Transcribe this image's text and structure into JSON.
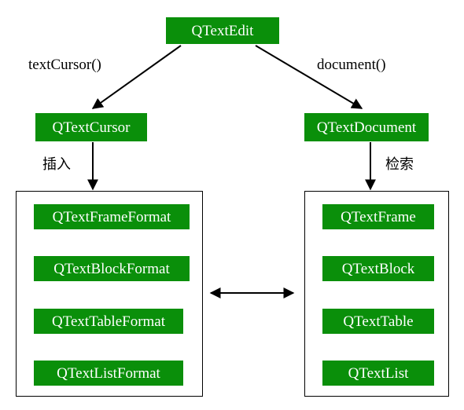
{
  "nodes": {
    "qtextedit": "QTextEdit",
    "qtextcursor": "QTextCursor",
    "qtextdocument": "QTextDocument"
  },
  "edges": {
    "left_label": "textCursor()",
    "right_label": "document()",
    "insert_label": "插入",
    "retrieve_label": "检索"
  },
  "format_panel": {
    "items": [
      "QTextFrameFormat",
      "QTextBlockFormat",
      "QTextTableFormat",
      "QTextListFormat"
    ]
  },
  "object_panel": {
    "items": [
      "QTextFrame",
      "QTextBlock",
      "QTextTable",
      "QTextList"
    ]
  },
  "colors": {
    "node_fill": "#0a8f0a",
    "node_text": "#ffffff",
    "line": "#000000"
  }
}
